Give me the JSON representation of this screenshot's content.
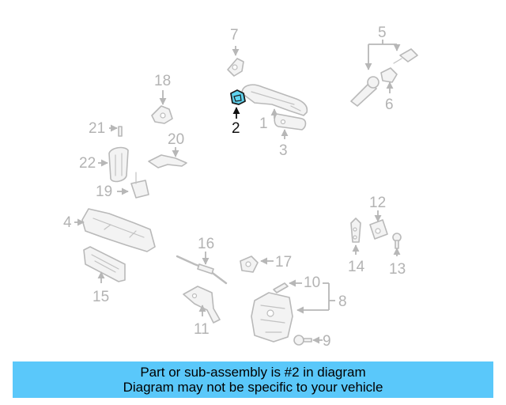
{
  "diagram": {
    "labels": {
      "p1": "1",
      "p2": "2",
      "p3": "3",
      "p4": "4",
      "p5": "5",
      "p6": "6",
      "p7": "7",
      "p8": "8",
      "p9": "9",
      "p10": "10",
      "p11": "11",
      "p12": "12",
      "p13": "13",
      "p14": "14",
      "p15": "15",
      "p16": "16",
      "p17": "17",
      "p18": "18",
      "p19": "19",
      "p20": "20",
      "p21": "21",
      "p22": "22"
    },
    "highlighted_part": "2",
    "colors": {
      "highlight_fill": "#5fd3ef",
      "part_outline": "#b9b9b9",
      "label_gray": "#b3b3b3"
    }
  },
  "banner": {
    "line1": "Part or sub-assembly is #2 in diagram",
    "line2": "Diagram may not be specific to your vehicle",
    "background": "#5ac8fa"
  }
}
